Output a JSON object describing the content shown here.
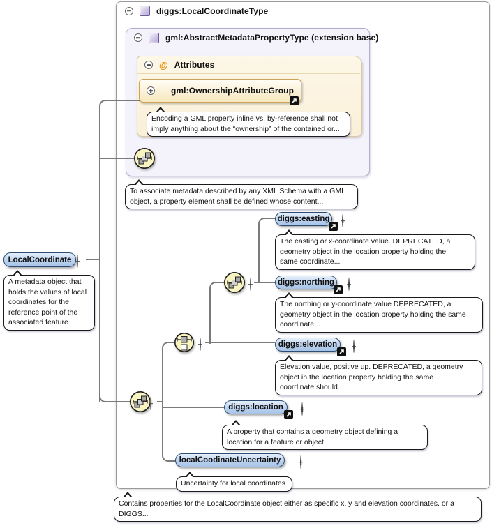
{
  "diagram": {
    "root": {
      "title": "diggs:LocalCoordinateType"
    },
    "extension_base": {
      "title": "gml:AbstractMetadataPropertyType (extension base)"
    },
    "attributes_section": {
      "marker": "@",
      "title": "Attributes",
      "ownership_group": {
        "label": "gml:OwnershipAttributeGroup",
        "description": "Encoding a GML property inline vs. by-reference shall not\nimply anything about the “ownership” of the contained or..."
      }
    },
    "metadata_sequence": {
      "description": "To associate metadata described by any XML Schema with a GML\nobject, a property element shall be defined whose content..."
    },
    "root_element": {
      "label": "LocalCoordinate",
      "description": "A metadata object that\nholds the values of local\ncoordinates for the\nreference point of the\nassociated feature."
    },
    "child_elements": {
      "easting": {
        "label": "diggs:easting",
        "description": "The easting or x-coordinate value. DEPRECATED, a\ngeometry object in the location property holding the\nsame coordinate..."
      },
      "northing": {
        "label": "diggs:northing",
        "description": "The northing or y-coordinate value DEPRECATED, a\ngeometry object in the location property holding the same\ncoordinate..."
      },
      "elevation": {
        "label": "diggs:elevation",
        "description": "Elevation value, positive up. DEPRECATED, a geometry\nobject in the location property holding the same\ncoordinate should..."
      },
      "location": {
        "label": "diggs:location",
        "description": "A property that contains a geometry object defining a\nlocation for a feature or object."
      },
      "uncertainty": {
        "label": "localCoodinateUncertainty",
        "description": "Uncertainty for local coordinates"
      }
    },
    "footer_description": "Contains properties for the LocalCoordinate object either as specific x, y and elevation coordinates. or a\nDIGGS..."
  },
  "icons": {
    "collapse_glyph": "−",
    "expand_glyph": "+",
    "attribute_marker": "@",
    "link_arrow_glyph": "↗"
  },
  "colors": {
    "element_pill_fill": "#bcd2ee",
    "element_pill_border": "#2e4d74",
    "compositor_fill": "#f8f4c2",
    "attributes_panel_fill": "#fdf6e2",
    "extension_panel_fill": "#f4f2fa",
    "attribute_accent": "#e8930c",
    "connector": "#7a7a7a"
  }
}
